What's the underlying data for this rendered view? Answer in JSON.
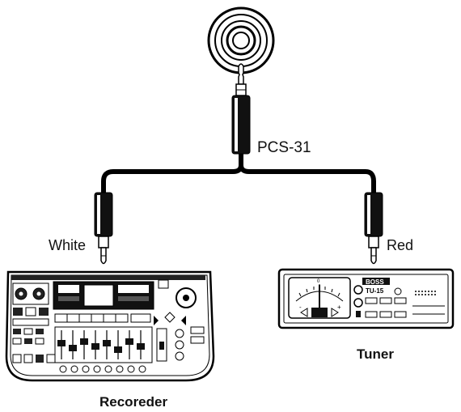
{
  "cable": {
    "name": "PCS-31"
  },
  "plugs": {
    "left": "White",
    "right": "Red"
  },
  "devices": {
    "recorder": {
      "name": "Recoreder"
    },
    "tuner": {
      "name": "Tuner",
      "brand": "BOSS",
      "model": "TU-15",
      "dial_marks": [
        "-",
        "0",
        "+"
      ]
    }
  }
}
